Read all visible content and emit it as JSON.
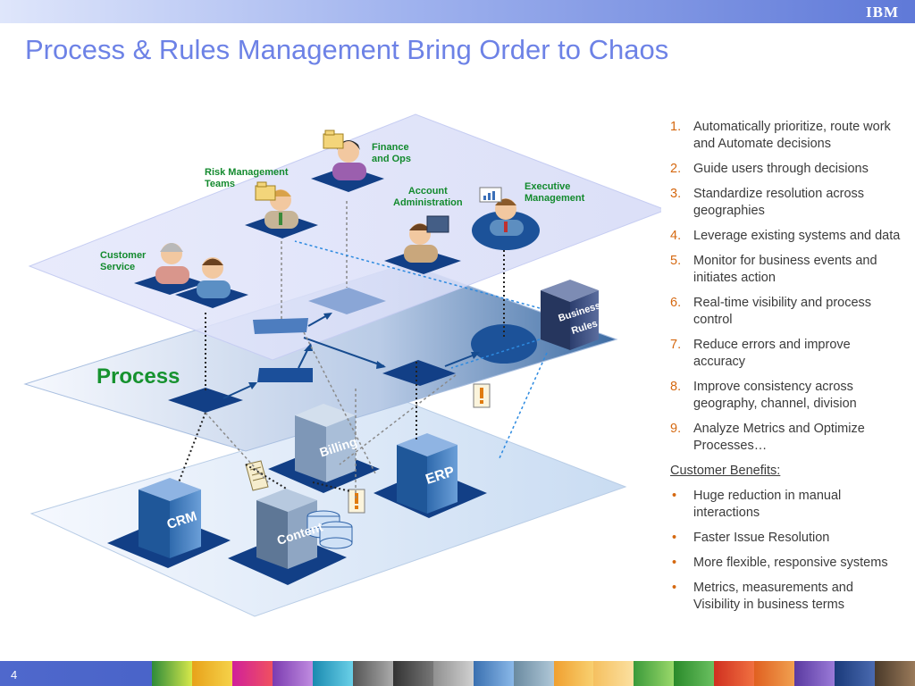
{
  "header": {
    "logo": "IBM"
  },
  "title": "Process & Rules Management Bring Order to Chaos",
  "diagram": {
    "process_label": "Process",
    "roles": {
      "finance": "Finance\nand Ops",
      "risk": "Risk Management\nTeams",
      "account": "Account\nAdministration",
      "executive": "Executive\nManagement",
      "customer": "Customer\nService"
    },
    "systems": {
      "crm": "CRM",
      "content": "Content",
      "billing": "Billing",
      "erp": "ERP",
      "rules": "Business\nRules"
    }
  },
  "list": {
    "items": [
      {
        "num": "1.",
        "text": "Automatically prioritize, route work and Automate decisions"
      },
      {
        "num": "2.",
        "text": "Guide users through decisions"
      },
      {
        "num": "3.",
        "text": "Standardize resolution across geographies"
      },
      {
        "num": "4.",
        "text": "Leverage existing systems and data"
      },
      {
        "num": "5.",
        "text": "Monitor for business events and initiates action"
      },
      {
        "num": "6.",
        "text": "Real-time visibility and process control"
      },
      {
        "num": "7.",
        "text": "Reduce errors and improve accuracy"
      },
      {
        "num": "8.",
        "text": "Improve consistency across geography, channel, division"
      },
      {
        "num": "9.",
        "text": "Analyze Metrics and Optimize Processes…"
      }
    ],
    "benefits_heading": "Customer Benefits:",
    "bullet": "•",
    "benefits": [
      "Huge reduction in manual interactions",
      "Faster Issue Resolution",
      "More flexible, responsive systems",
      "Metrics, measurements and Visibility in business terms"
    ]
  },
  "footer": {
    "page": "4"
  }
}
